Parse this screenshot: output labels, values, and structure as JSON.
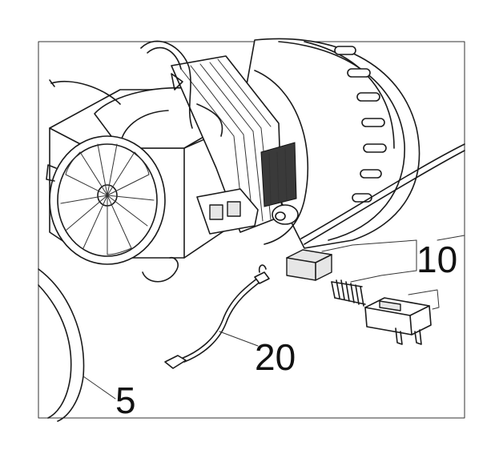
{
  "callouts": {
    "brush_set": "10",
    "cable": "20",
    "housing": "5"
  },
  "colors": {
    "line": "#1a1a1a",
    "background": "#ffffff"
  }
}
